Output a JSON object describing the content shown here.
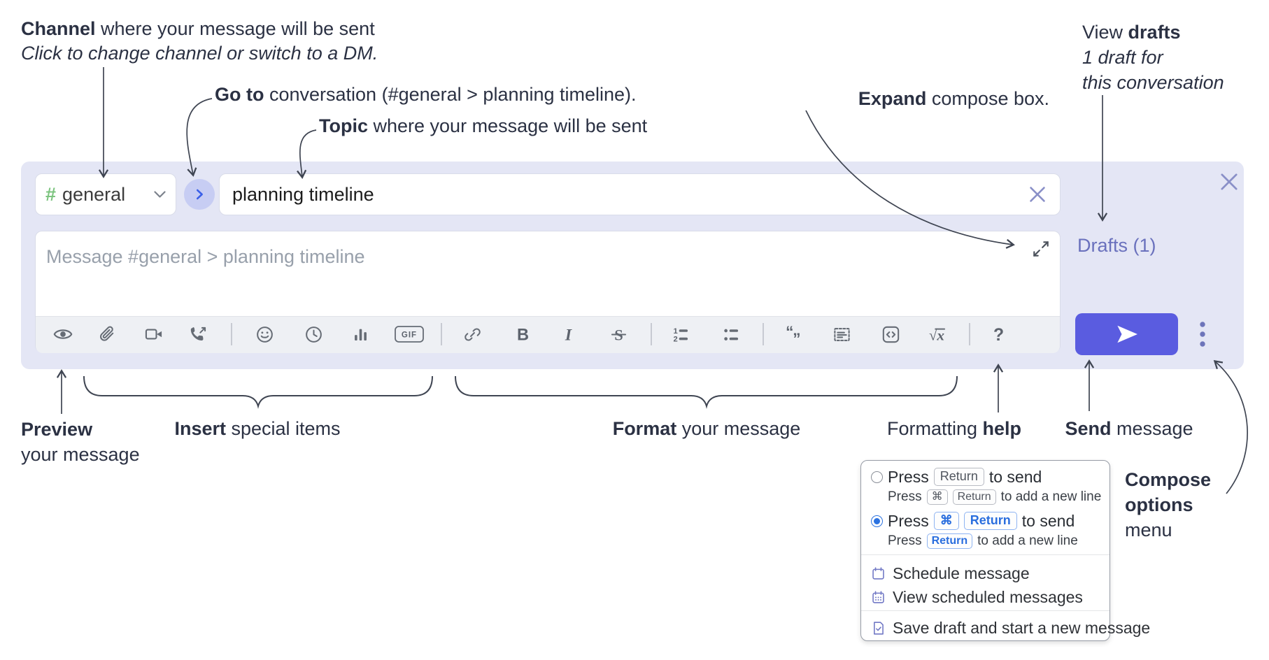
{
  "annotations": {
    "channel": {
      "bold": "Channel",
      "rest": " where your message will be sent",
      "subtitle": "Click to change channel or switch to a DM."
    },
    "go_to": {
      "bold": "Go to",
      "rest": " conversation (#general > planning timeline)."
    },
    "topic": {
      "bold": "Topic",
      "rest": " where your message will be sent"
    },
    "expand": {
      "bold": "Expand",
      "rest": " compose box."
    },
    "view_drafts": {
      "pre": "View ",
      "bold": "drafts",
      "line2": "1 draft for",
      "line3": "this conversation"
    },
    "preview": {
      "bold": "Preview",
      "line2": "your message"
    },
    "insert": {
      "bold": "Insert",
      "rest": " special items"
    },
    "format": {
      "bold": "Format",
      "rest": " your message"
    },
    "formatting_help": {
      "pre": "Formatting ",
      "bold": "help"
    },
    "send": {
      "bold": "Send",
      "rest": " message"
    },
    "compose_options": {
      "line1": "Compose",
      "line2": "options",
      "line3": "menu"
    }
  },
  "compose": {
    "channel_picker": {
      "hash": "#",
      "label": "general"
    },
    "topic_input": {
      "value": "planning timeline"
    },
    "message_input": {
      "placeholder": "Message #general > planning timeline"
    },
    "drafts_link": {
      "label": "Drafts (1)"
    },
    "toolbar": {
      "icon_names": [
        "preview",
        "attach-file",
        "start-video-call",
        "start-voice-call",
        "emoji",
        "add-global-time",
        "add-poll",
        "add-gif",
        "link",
        "bold",
        "italic",
        "strikethrough",
        "numbered-list",
        "bulleted-list",
        "quote",
        "spoiler",
        "code",
        "math",
        "help"
      ],
      "gif_label": "GIF",
      "bold_label": "B",
      "italic_label": "I",
      "strike_label": "S",
      "ol_1": "1",
      "ol_2": "2",
      "quote_open": "“",
      "quote_close": "”",
      "math_label": "√x",
      "help_label": "?"
    }
  },
  "popup": {
    "options": [
      {
        "selected": false,
        "main_pre": "Press",
        "main_key": "Return",
        "main_post": "to send",
        "sub_pre": "Press",
        "sub_key1": "⌘",
        "sub_key2": "Return",
        "sub_post": "to add a new line"
      },
      {
        "selected": true,
        "main_pre": "Press",
        "main_key1": "⌘",
        "main_key2": "Return",
        "main_post": "to send",
        "sub_pre": "Press",
        "sub_key": "Return",
        "sub_post": "to add a new line"
      }
    ],
    "menu_items": [
      {
        "label": "Schedule message"
      },
      {
        "label": "View scheduled messages"
      },
      {
        "label": "Save draft and start a new message"
      }
    ]
  },
  "colors": {
    "accent_indigo": "#5a5ce0",
    "compose_lavender": "#e4e6f5",
    "link_purple": "#6a71bd",
    "hash_green": "#7cc47f",
    "radio_blue": "#2b72e0",
    "kbd_blue": "#2a6ede",
    "icon_gray": "#666c75"
  }
}
